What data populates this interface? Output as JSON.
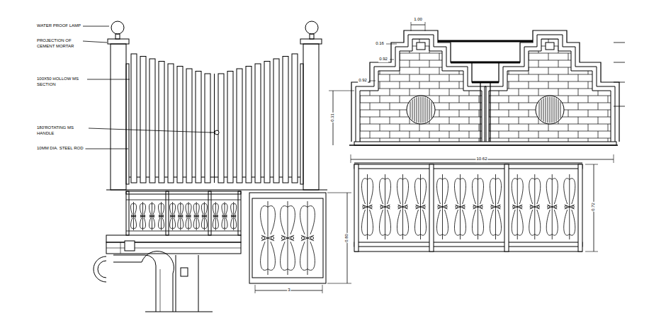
{
  "diagram": {
    "labels": [
      "WATER PROOF LAMP",
      "PROJECTION OF CEMENT MORTAR",
      "100X50 HOLLOW MS SECTION",
      "180'ROTATING MS HANDLE",
      "10MM DIA. STEEL ROD",
      "1.00",
      "0.16",
      "0.92",
      "0.92",
      "0.31",
      "10.62",
      "0.80",
      "3",
      "0.72"
    ]
  }
}
